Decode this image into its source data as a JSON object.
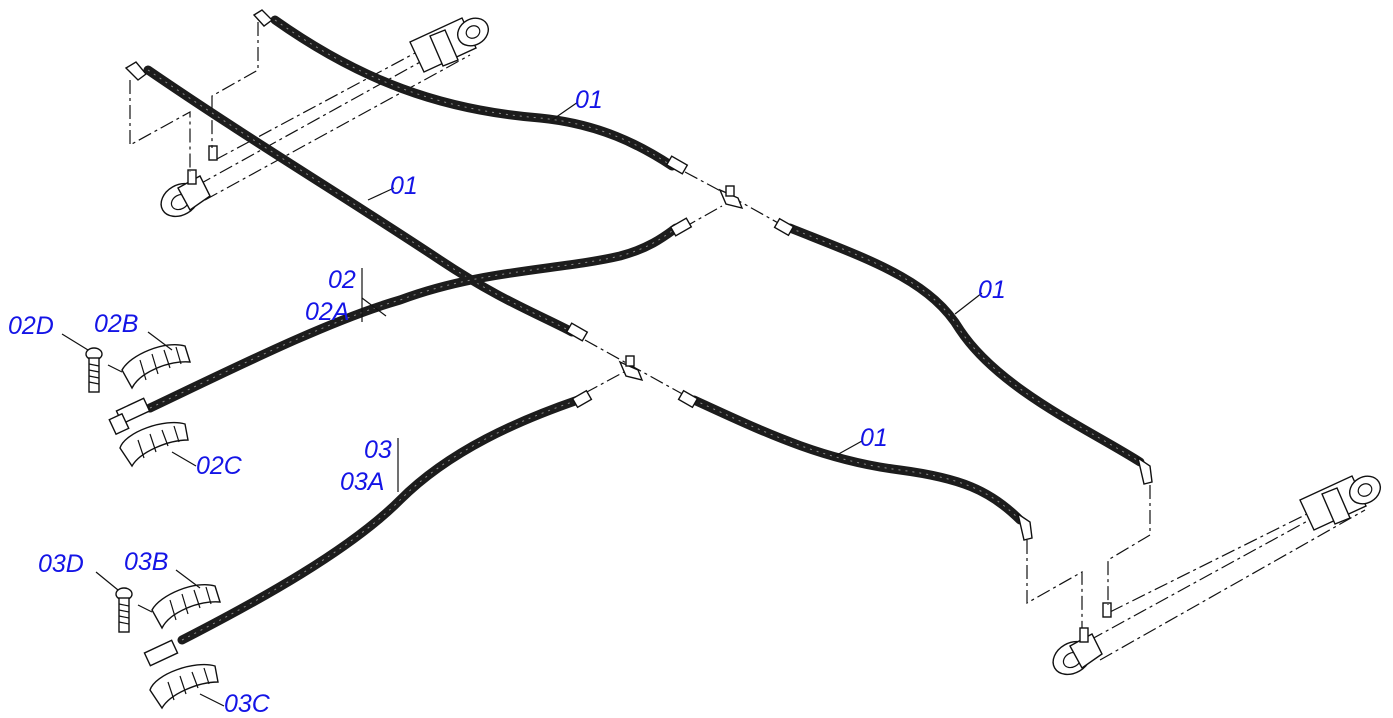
{
  "callouts": {
    "hose_top_right": "01",
    "hose_top_left": "01",
    "hose_right": "01",
    "hose_bottom_right": "01",
    "hose_02": "02",
    "hose_02a": "02A",
    "hose_03": "03",
    "hose_03a": "03A",
    "bolt_02d": "02D",
    "clamp_02b": "02B",
    "clamp_02c": "02C",
    "bolt_03d": "03D",
    "clamp_03b": "03B",
    "clamp_03c": "03C"
  },
  "colors": {
    "callout_text": "#1414e6",
    "line_art": "#111111",
    "hose_fill": "#1c1c1c"
  },
  "icons": [
    "hydraulic-cylinder-icon",
    "tee-fitting-icon",
    "elbow-fitting-icon",
    "clamp-half-icon",
    "bolt-icon"
  ]
}
